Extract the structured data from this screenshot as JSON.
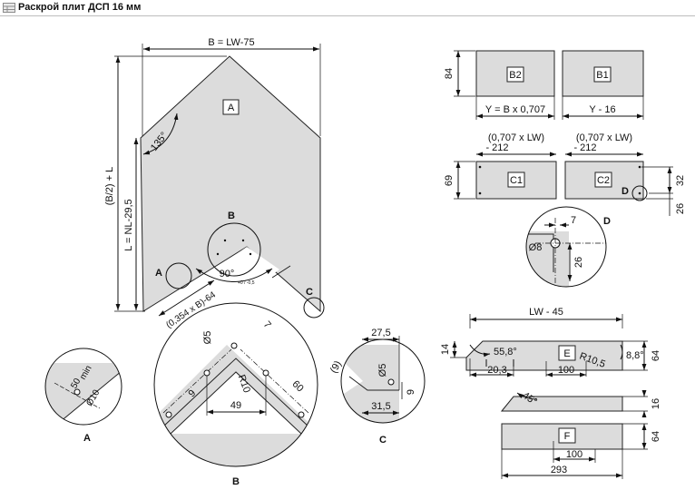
{
  "title": "Раскрой плит ДСП 16 мм",
  "main": {
    "top_width": "B = LW-75",
    "total_height": "(B/2) + L",
    "left_height": "L = NL-29,5",
    "bevel_angle": "135°",
    "part": "A",
    "circle_b": "B",
    "notch_angle": "90°",
    "notch_angle_tol": "+0 / -0,5",
    "diag_dim": "(0,354 x B)-64",
    "callout_a": "A",
    "callout_c": "C"
  },
  "b_parts": {
    "height": "84",
    "b2": "B2",
    "b1": "B1",
    "b2_width": "Y = B x 0,707",
    "b1_width": "Y - 16"
  },
  "c_parts": {
    "height": "69",
    "c1": "C1",
    "c2": "C2",
    "c1_formula_1": "(0,707 x LW)",
    "c1_formula_2": "- 212",
    "c2_formula_1": "(0,707 x LW)",
    "c2_formula_2": "- 212",
    "hole_spacing": "32",
    "hole_offset": "26",
    "detail_d": "D"
  },
  "detail_d": {
    "label": "D",
    "d7": "7",
    "d8": "Ø8",
    "d26": "26"
  },
  "e_part": {
    "length": "LW - 45",
    "label": "E",
    "height": "64",
    "side": "14",
    "angle_left": "55,8°",
    "radius": "R10,5",
    "angle_right": "8,8°",
    "d20": "20,3",
    "d100": "100"
  },
  "f_part": {
    "label": "F",
    "angle": "45°",
    "d16": "16",
    "height": "64",
    "d100": "100",
    "length": "293"
  },
  "detail_a": {
    "label": "A",
    "min": "min",
    "d50": "50",
    "d10": "Ø10"
  },
  "detail_b": {
    "label": "B",
    "d5": "Ø5",
    "d7": "7",
    "d9": "9",
    "r10": "R10",
    "d60": "60",
    "d49": "49"
  },
  "detail_c": {
    "label": "C",
    "d27": "27,5",
    "d9a": "(9)",
    "d5": "Ø5",
    "d9b": "9",
    "d31": "31,5"
  }
}
